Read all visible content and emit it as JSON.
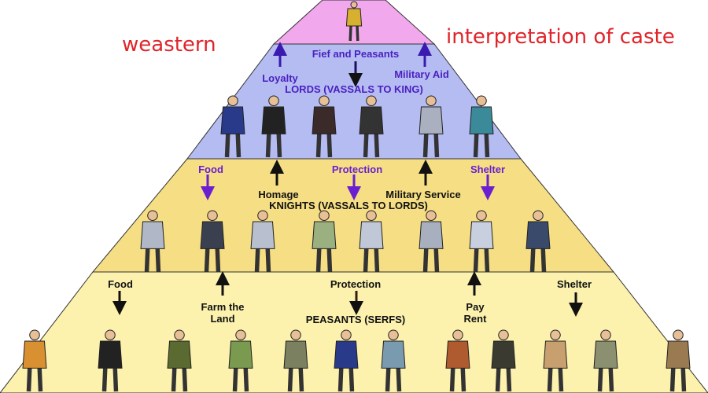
{
  "annotations": {
    "left": "weastern",
    "right": "interpretation of caste"
  },
  "tiers": {
    "king": {
      "color": "#f2a8ec"
    },
    "lords": {
      "color": "#b4bcf2",
      "title": "LORDS (VASSALS TO KING)",
      "labels": {
        "fief": "Fief and Peasants",
        "loyalty": "Loyalty",
        "military_aid": "Military Aid"
      }
    },
    "knights": {
      "color": "#f6de84",
      "title": "KNIGHTS (VASSALS TO LORDS)",
      "labels": {
        "food": "Food",
        "protection": "Protection",
        "shelter": "Shelter",
        "homage": "Homage",
        "military_service": "Military Service"
      }
    },
    "peasants": {
      "color": "#fcf2ae",
      "title": "PEASANTS (SERFS)",
      "labels": {
        "food": "Food",
        "protection": "Protection",
        "shelter": "Shelter",
        "farm": "Farm the Land",
        "pay": "Pay Rent"
      }
    }
  },
  "colors": {
    "annotation": "#e0242a",
    "arrow_blue": "#3a1ab0",
    "text_blue": "#4a1fc0"
  }
}
